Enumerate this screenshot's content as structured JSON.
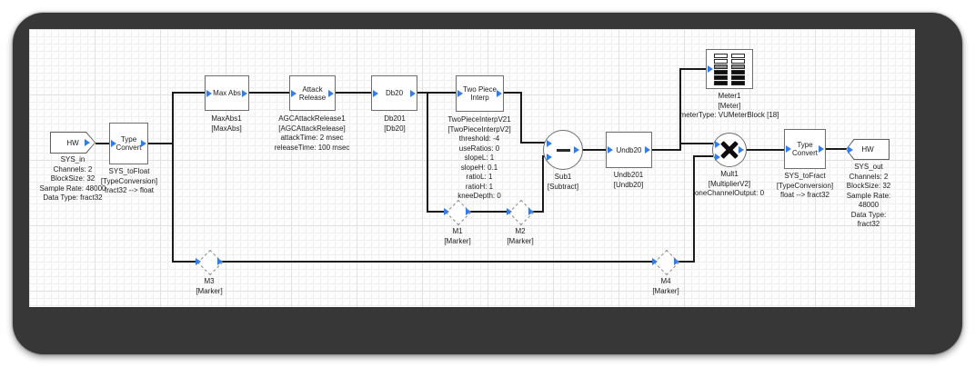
{
  "meta": {
    "app_context": "DSP block-diagram canvas",
    "colors": {
      "frame": "#373737",
      "canvas": "#fdfdfd",
      "grid_minor": "#efefef",
      "grid_major": "#e2e2e2",
      "wire": "#1b1b1b",
      "port_blue": "#2f7df0",
      "block_border": "#6e6e6e"
    }
  },
  "nodes": {
    "sys_in": {
      "title": "HW",
      "sub": "SYS_in\nChannels: 2\nBlockSize: 32\nSample Rate: 48000\nData Type: fract32"
    },
    "tc_left": {
      "title": "Type\nConvert",
      "sub": "SYS_toFloat\n[TypeConversion]\nfract32 --> float"
    },
    "maxabs": {
      "title": "Max Abs",
      "sub": "MaxAbs1\n[MaxAbs]"
    },
    "attack": {
      "title": "Attack\nRelease",
      "sub": "AGCAttackRelease1\n[AGCAttackRelease]\nattackTime: 2 msec\nreleaseTime: 100 msec"
    },
    "db20": {
      "title": "Db20",
      "sub": "Db201\n[Db20]"
    },
    "twopiece": {
      "title": "Two Piece\nInterp",
      "sub": "TwoPieceInterpV21\n[TwoPieceInterpV2]\nthreshold: -4\nuseRatios: 0\nslopeL: 1\nslopeH: 0.1\nratioL: 1\nratioH: 1\nkneeDepth: 0"
    },
    "sub1": {
      "sub": "Sub1\n[Subtract]"
    },
    "undb20": {
      "title": "Undb20",
      "sub": "Undb201\n[Undb20]"
    },
    "meter": {
      "sub": "Meter1\n[Meter]\nmeterType: VUMeterBlock [18]"
    },
    "mult1": {
      "sub": "Mult1\n[MultiplierV2]\noneChannelOutput: 0"
    },
    "tc_right": {
      "title": "Type\nConvert",
      "sub": "SYS_toFract\n[TypeConversion]\nfloat --> fract32"
    },
    "sys_out": {
      "title": "HW",
      "sub": "SYS_out\nChannels: 2\nBlockSize: 32\nSample Rate: 48000\nData Type: fract32"
    },
    "m1": {
      "sub": "M1\n[Marker]"
    },
    "m2": {
      "sub": "M2\n[Marker]"
    },
    "m3": {
      "sub": "M3\n[Marker]"
    },
    "m4": {
      "sub": "M4\n[Marker]"
    }
  }
}
